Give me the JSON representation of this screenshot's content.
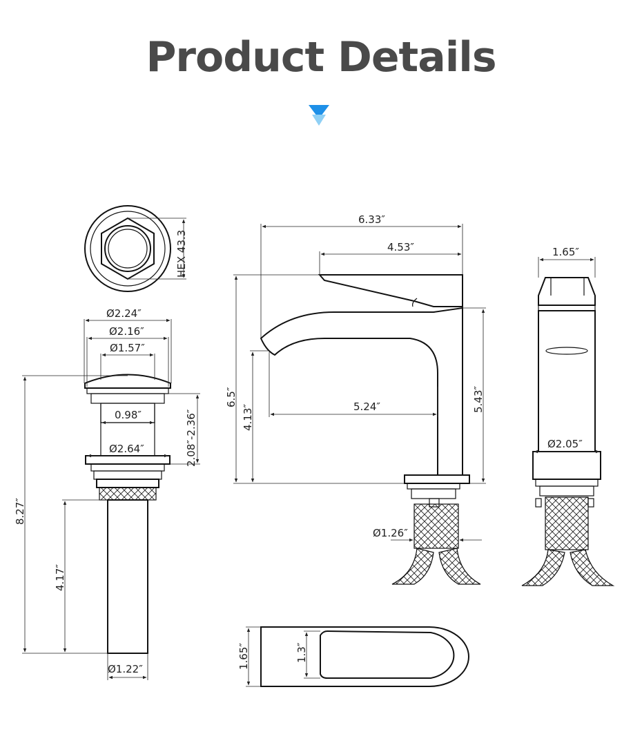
{
  "page": {
    "title": "Product Details",
    "accent_color": "#1e90e8"
  },
  "drain": {
    "hex_label": "HEX 43.3",
    "d_top_outer": "Ø2.24″",
    "d_top_mid": "Ø2.16″",
    "d_top_inner": "Ø1.57″",
    "d_stem": "0.98″",
    "height_range": "2.08″-2.36″",
    "d_nut": "Ø2.64″",
    "total_height": "8.27″",
    "pipe_length": "4.17″",
    "d_pipe": "Ø1.22″"
  },
  "faucet_side": {
    "total_depth": "6.33″",
    "handle_length": "4.53″",
    "total_height": "6.5″",
    "spout_height": "4.13″",
    "reach": "5.24″",
    "body_height": "5.43″",
    "d_thread": "Ø1.26″"
  },
  "faucet_front": {
    "top_width": "1.65″",
    "d_base": "Ø2.05″"
  },
  "faucet_top": {
    "outer_height": "1.65″",
    "handle_height": "1.3″"
  }
}
